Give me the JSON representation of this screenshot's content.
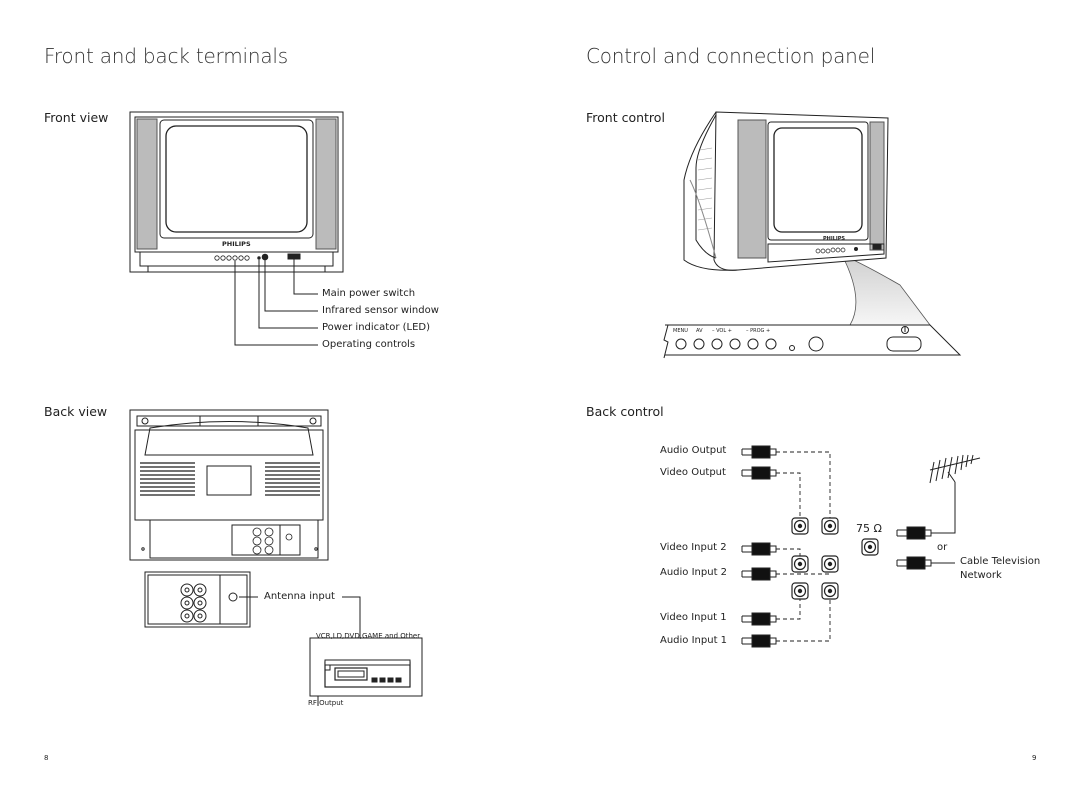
{
  "left_page": {
    "title": "Front and back terminals",
    "front_view_heading": "Front view",
    "brand": "PHILIPS",
    "callouts": [
      "Main power switch",
      "Infrared sensor window",
      "Power indicator (LED)",
      "Operating controls"
    ],
    "back_view_heading": "Back view",
    "antenna_label": "Antenna input",
    "devices_label": "VCR,LD,DVD,GAME and Other",
    "rf_output_label": "RF Output",
    "page_number": "8"
  },
  "right_page": {
    "title": "Control and connection panel",
    "front_control_heading": "Front control",
    "brand": "PHILIPS",
    "panel_labels": [
      "MENU",
      "AV",
      "–  VOL  +",
      "–  PROG  +"
    ],
    "back_control_heading": "Back control",
    "jack_labels": [
      "Audio Output",
      "Video Output",
      "Video Input 2",
      "Audio Input 2",
      "Video Input 1",
      "Audio Input 1"
    ],
    "ohm_label": "75 Ω",
    "or_label": "or",
    "cable_label_1": "Cable Television",
    "cable_label_2": "Network",
    "page_number": "9"
  }
}
